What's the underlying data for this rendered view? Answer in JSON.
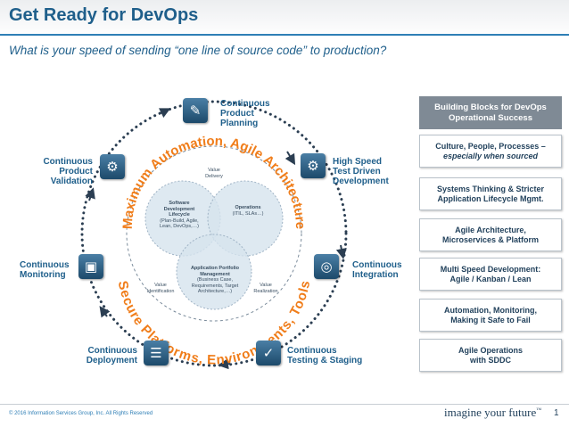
{
  "title": "Get Ready for DevOps",
  "subtitle": "What is your speed of sending “one line of source code” to production?",
  "nodes": {
    "planning": {
      "line1": "Continuous",
      "line2": "Product",
      "line3": "Planning"
    },
    "high_speed": {
      "line1": "High Speed",
      "line2": "Test Driven",
      "line3": "Development"
    },
    "integration": {
      "line1": "Continuous",
      "line2": "Integration"
    },
    "testing": {
      "line1": "Continuous",
      "line2": "Testing & Staging"
    },
    "deployment": {
      "line1": "Continuous",
      "line2": "Deployment"
    },
    "monitoring": {
      "line1": "Continuous",
      "line2": "Monitoring"
    },
    "validation": {
      "line1": "Continuous",
      "line2": "Product",
      "line3": "Validation"
    }
  },
  "arc_text": {
    "top": "Maximum Automation, Agile Architecture",
    "bottom": "Secure Platforms, Environments, Tools"
  },
  "venn": {
    "sdlc": {
      "head1": "Software",
      "head2": "Development",
      "head3": "Lifecycle",
      "detail1": "(Plan-Build, Agile,",
      "detail2": "Lean, DevOps,…)"
    },
    "operations": {
      "head1": "Operations",
      "detail1": "(ITIL, SLAs…)"
    },
    "portfolio": {
      "head1": "Application Portfolio",
      "head2": "Management",
      "detail1": "(Business Case,",
      "detail2": "Requirements, Target",
      "detail3": "Architecture,…)"
    },
    "value_delivery": {
      "line1": "Value",
      "line2": "Delivery"
    },
    "value_identification": {
      "line1": "Value",
      "line2": "Identification"
    },
    "value_realization": {
      "line1": "Value",
      "line2": "Realization"
    }
  },
  "panel": {
    "header_line1": "Building Blocks for DevOps",
    "header_line2": "Operational Success",
    "blocks": [
      {
        "line1": "Culture, People, Processes –",
        "line2": "especially when sourced"
      },
      {
        "line1": "Systems Thinking & Stricter",
        "line2": "Application Lifecycle Mgmt."
      },
      {
        "line1": "Agile Architecture,",
        "line2": "Microservices & Platform"
      },
      {
        "line1": "Multi Speed Development:",
        "line2": "Agile / Kanban / Lean"
      },
      {
        "line1": "Automation, Monitoring,",
        "line2": "Making it Safe to Fail"
      },
      {
        "line1": "Agile Operations",
        "line2": "with SDDC"
      }
    ]
  },
  "icons": {
    "planning": "✎",
    "high_speed": "⚙",
    "integration": "◎",
    "testing": "✓",
    "deployment": "☰",
    "monitoring": "▣",
    "validation": "⚙"
  },
  "footer": {
    "copyright": "© 2016 Information Services Group, Inc. All Rights Reserved",
    "tagline": "imagine your future",
    "tm": "™",
    "page_number": "1"
  },
  "colors": {
    "title": "#1f5f8b",
    "arc_text": "#f07d1a",
    "header_fill": "#7f8a95",
    "circle": "#2b3e52"
  }
}
